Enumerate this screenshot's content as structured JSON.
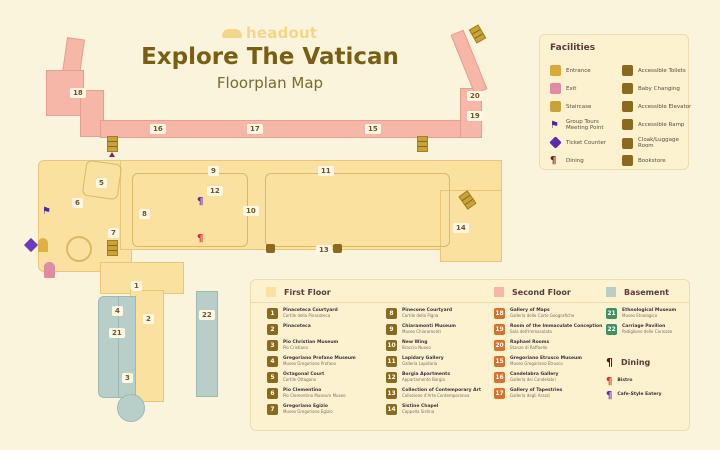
{
  "header": {
    "brand": "headout",
    "title": "Explore The Vatican",
    "subtitle": "Floorplan Map"
  },
  "map": {
    "labels": {
      "r1": "1",
      "r2": "2",
      "r3": "3",
      "r4": "4",
      "r5": "5",
      "r6": "6",
      "r7": "7",
      "r8": "8",
      "r9": "9",
      "r10": "10",
      "r11": "11",
      "r12": "12",
      "r13": "13",
      "r14": "14",
      "r15": "15",
      "r16": "16",
      "r17": "17",
      "r18": "18",
      "r19": "19",
      "r20": "20",
      "r21": "21",
      "r22": "22"
    },
    "colors": {
      "first_floor": "#fbe1a0",
      "second_floor": "#f6b7a8",
      "basement": "#b7cfc8"
    }
  },
  "facilities": {
    "title": "Facilities",
    "items": [
      {
        "label": "Entrance",
        "icon": "entrance-icon",
        "color": "#d9a93a"
      },
      {
        "label": "Exit",
        "icon": "exit-icon",
        "color": "#e08aa4"
      },
      {
        "label": "Staircase",
        "icon": "staircase-icon",
        "color": "#c9a23a"
      },
      {
        "label": "Group Tours Meeting Point",
        "icon": "flag-icon",
        "color": "#4a2a9a"
      },
      {
        "label": "Ticket Counter",
        "icon": "ticket-icon",
        "color": "#5a2ab0"
      },
      {
        "label": "Dining",
        "icon": "dining-icon",
        "color": "#7a1a1a"
      },
      {
        "label": "Accessible Toilets",
        "icon": "accessible-toilets-icon",
        "color": "#8a6a1e"
      },
      {
        "label": "Baby Changing",
        "icon": "baby-changing-icon",
        "color": "#8a6a1e"
      },
      {
        "label": "Accessible Elevator",
        "icon": "elevator-icon",
        "color": "#8a6a1e"
      },
      {
        "label": "Accessible Ramp",
        "icon": "ramp-icon",
        "color": "#8a6a1e"
      },
      {
        "label": "Cloak/Luggage Room",
        "icon": "cloak-room-icon",
        "color": "#8a6a1e"
      },
      {
        "label": "Bookstore",
        "icon": "bookstore-icon",
        "color": "#8a6a1e"
      }
    ]
  },
  "legend": {
    "first_floor": {
      "title": "First Floor",
      "items": [
        {
          "n": "1",
          "name": "Pinacoteca Courtyard",
          "sub": "Cortile della Pinacoteca"
        },
        {
          "n": "2",
          "name": "Pinacoteca",
          "sub": ""
        },
        {
          "n": "3",
          "name": "Pio Christian Museum",
          "sub": "Pio Cristiano"
        },
        {
          "n": "4",
          "name": "Gregoriano Profano Museum",
          "sub": "Museo Gregoriano Profano"
        },
        {
          "n": "5",
          "name": "Octagonal Court",
          "sub": "Cortile Ottagono"
        },
        {
          "n": "6",
          "name": "Pio Clementino",
          "sub": "Pio Clementino Museum Museo"
        },
        {
          "n": "7",
          "name": "Gregoriano Egizio",
          "sub": "Museo Gregoriano Egizio"
        },
        {
          "n": "8",
          "name": "Pinecone Courtyard",
          "sub": "Cortile della Pigna"
        },
        {
          "n": "9",
          "name": "Chiaramonti Museum",
          "sub": "Museo Chiaramonti"
        },
        {
          "n": "10",
          "name": "New Wing",
          "sub": "Braccio Nuovo"
        },
        {
          "n": "11",
          "name": "Lapidary Gallery",
          "sub": "Galleria Lapidaria"
        },
        {
          "n": "12",
          "name": "Borgia Apartments",
          "sub": "Appartamento Borgia"
        },
        {
          "n": "13",
          "name": "Collection of Contemporary Art",
          "sub": "Collezione d'Arte Contemporanea"
        },
        {
          "n": "14",
          "name": "Sistine Chapel",
          "sub": "Cappella Sistina"
        }
      ]
    },
    "second_floor": {
      "title": "Second Floor",
      "items": [
        {
          "n": "18",
          "name": "Gallery of Maps",
          "sub": "Galleria delle Carte Geografiche"
        },
        {
          "n": "19",
          "name": "Room of the Immaculate Conception",
          "sub": "Sala dell'Immacolata"
        },
        {
          "n": "20",
          "name": "Raphael Rooms",
          "sub": "Stanze di Raffaello"
        },
        {
          "n": "15",
          "name": "Gregoriano Etrusco Museum",
          "sub": "Museo Gregoriano Etrusco"
        },
        {
          "n": "16",
          "name": "Candelabra Gallery",
          "sub": "Galleria dei Candelabri"
        },
        {
          "n": "17",
          "name": "Gallery of Tapestries",
          "sub": "Galleria degli Arazzi"
        }
      ]
    },
    "basement": {
      "title": "Basement",
      "items": [
        {
          "n": "21",
          "name": "Ethnological Museum",
          "sub": "Museo Etnologico"
        },
        {
          "n": "22",
          "name": "Carriage Pavilion",
          "sub": "Padiglione delle Carrozze"
        }
      ]
    },
    "dining": {
      "title": "Dining",
      "items": [
        {
          "name": "Bistro",
          "color": "#d42a2a"
        },
        {
          "name": "Cafe-Style Eatery",
          "color": "#5a2ab0"
        }
      ]
    },
    "colors": {
      "first": "#8a6a1e",
      "second": "#d8702e",
      "basement": "#3f8f62"
    }
  }
}
